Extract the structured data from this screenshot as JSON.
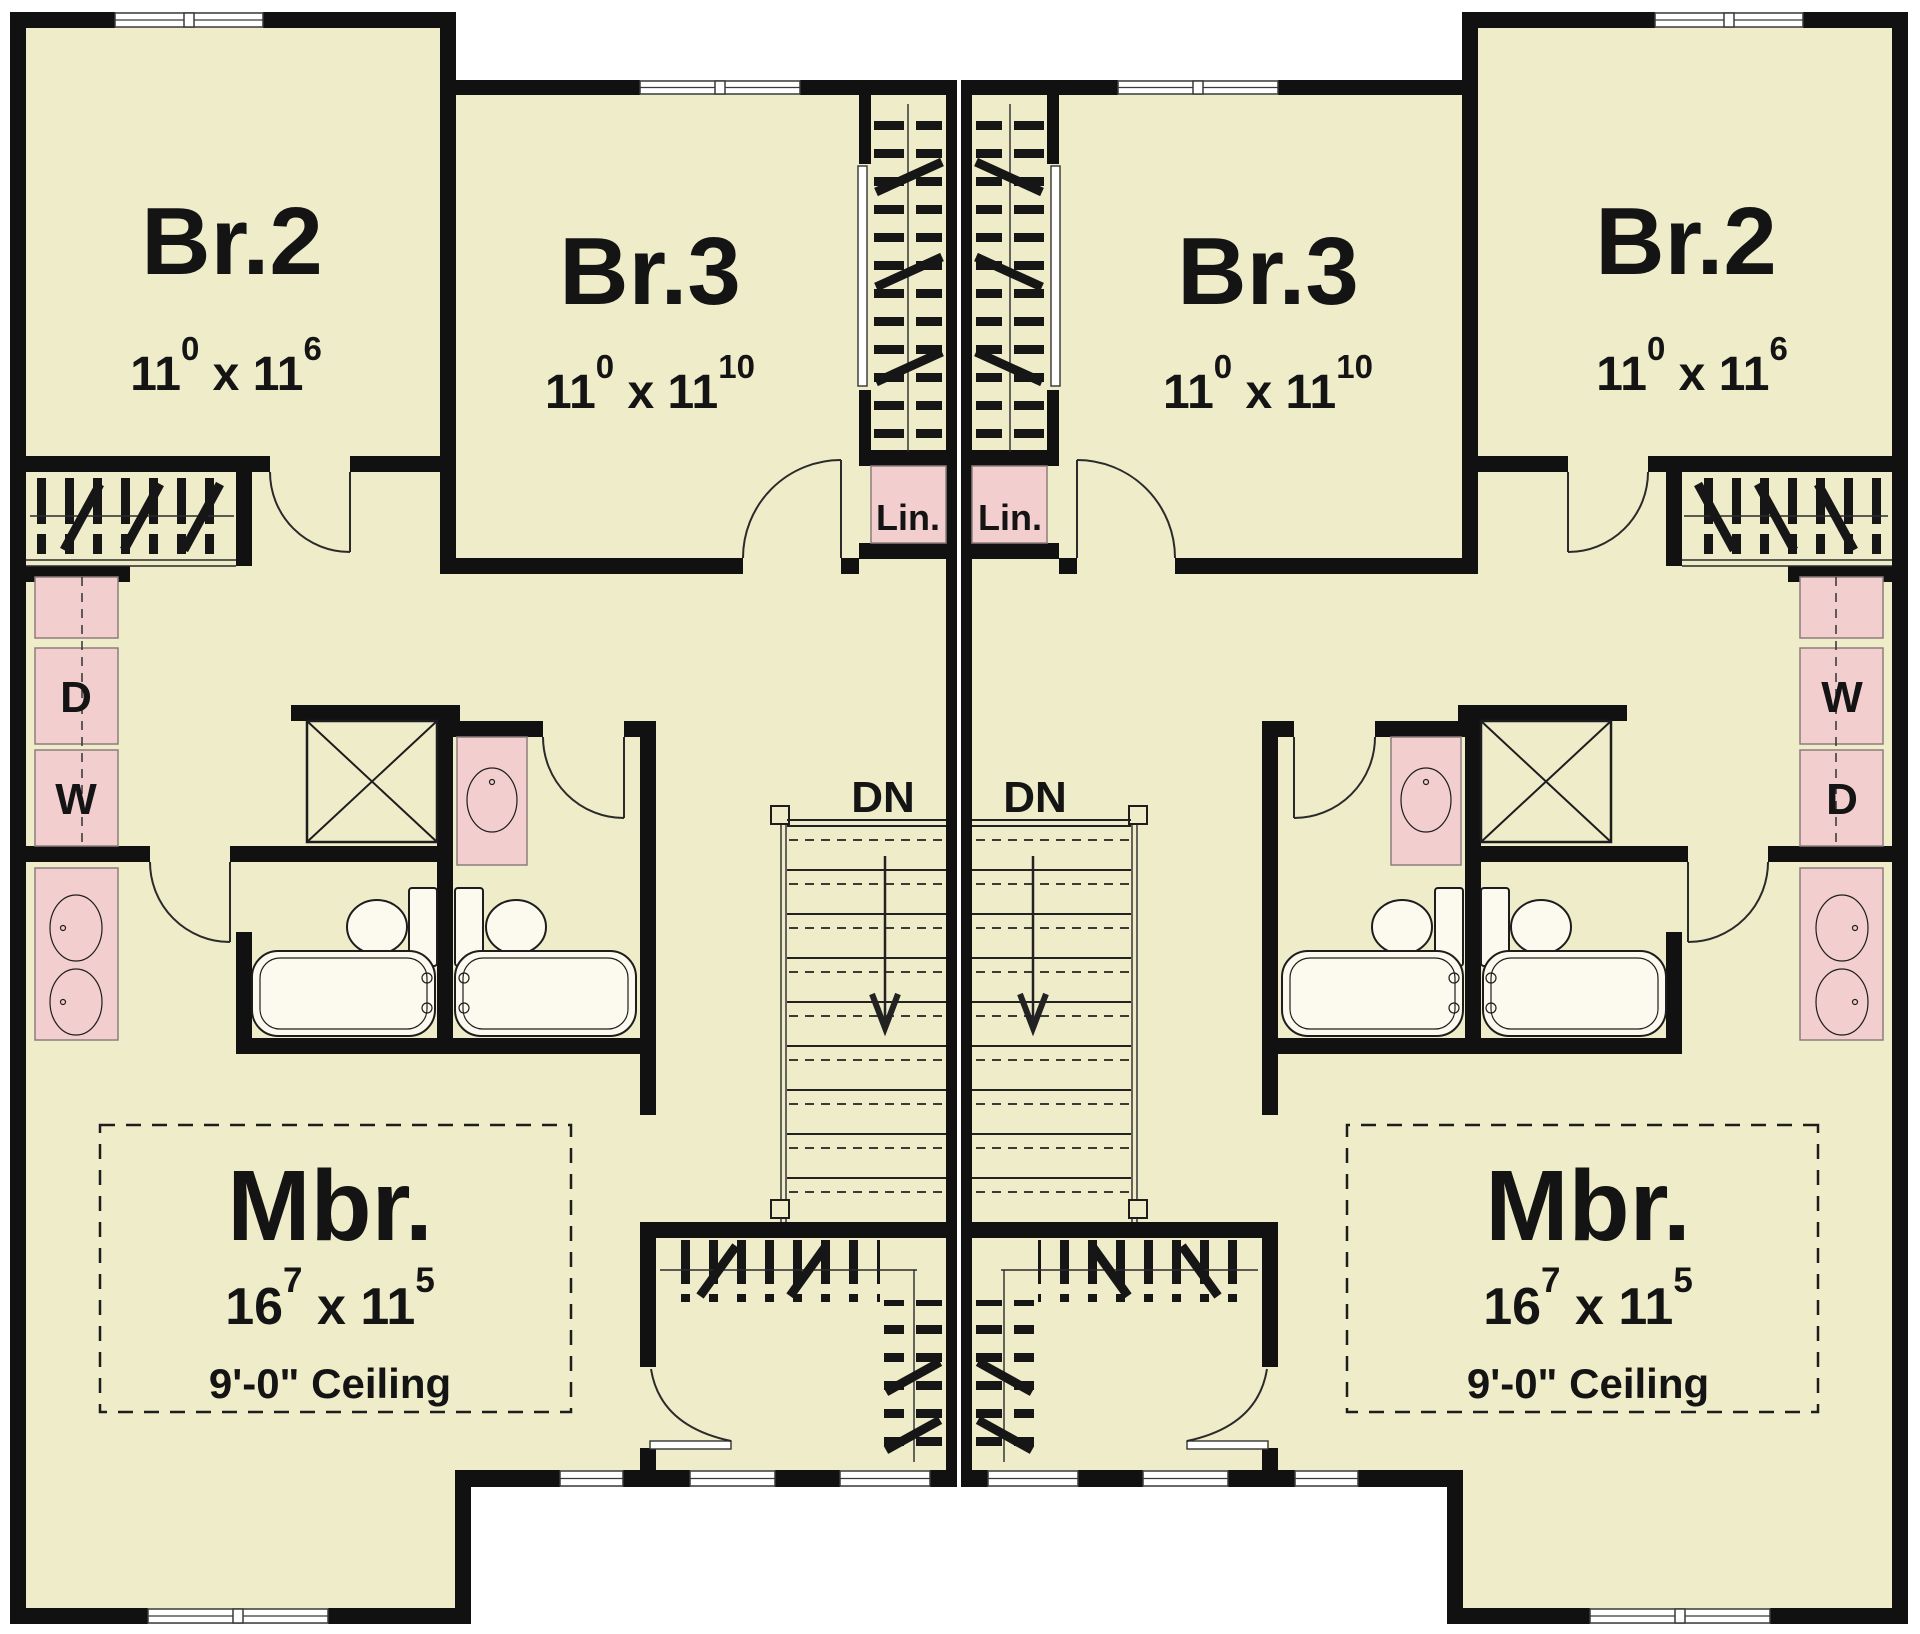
{
  "colors": {
    "floor": "#efecca",
    "fixture": "#f2cfce",
    "wall": "#111111",
    "outside": "#ffffff"
  },
  "rooms": {
    "br2": {
      "name": "Br.2",
      "dim_a": "11",
      "dim_a_sup": "0",
      "sep": " x ",
      "dim_b": "11",
      "dim_b_sup": "6"
    },
    "br3": {
      "name": "Br.3",
      "dim_a": "11",
      "dim_a_sup": "0",
      "sep": " x ",
      "dim_b": "11",
      "dim_b_sup": "10"
    },
    "mbr": {
      "name": "Mbr.",
      "dim_a": "16",
      "dim_a_sup": "7",
      "sep": " x ",
      "dim_b": "11",
      "dim_b_sup": "5",
      "ceiling": "9'-0\" Ceiling"
    },
    "linen": {
      "name": "Lin."
    },
    "stairs": {
      "label": "DN"
    },
    "laundry": {
      "washer": "W",
      "dryer": "D"
    }
  }
}
